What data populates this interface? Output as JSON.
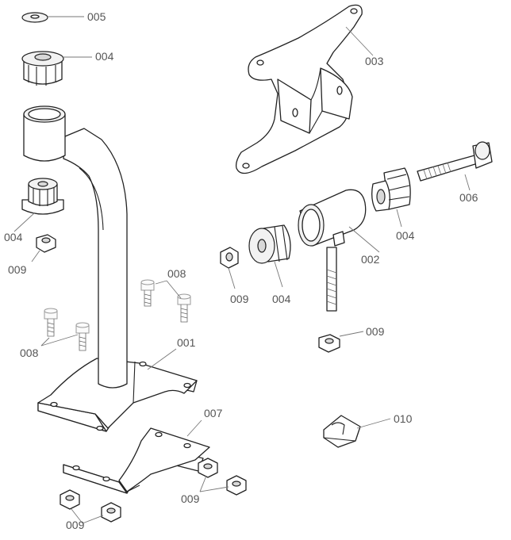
{
  "labels": {
    "l005": "005",
    "l004a": "004",
    "l003": "003",
    "l004b": "004",
    "l006": "006",
    "l004c": "004",
    "l009a": "009",
    "l008a": "008",
    "l002": "002",
    "l009b": "009",
    "l004d": "004",
    "l008b": "008",
    "l001": "001",
    "l009c": "009",
    "l007": "007",
    "l010": "010",
    "l009d": "009",
    "l009e": "009"
  }
}
